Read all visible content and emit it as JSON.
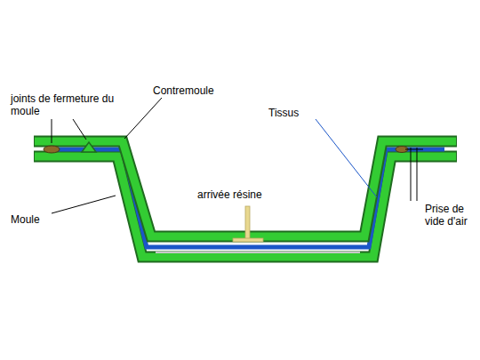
{
  "diagram": {
    "labels": [
      "joints de fermeture du moule",
      "Contremoule",
      "Tissus",
      "arrivée résine",
      "Moule",
      "Prise de vide d'air"
    ]
  }
}
